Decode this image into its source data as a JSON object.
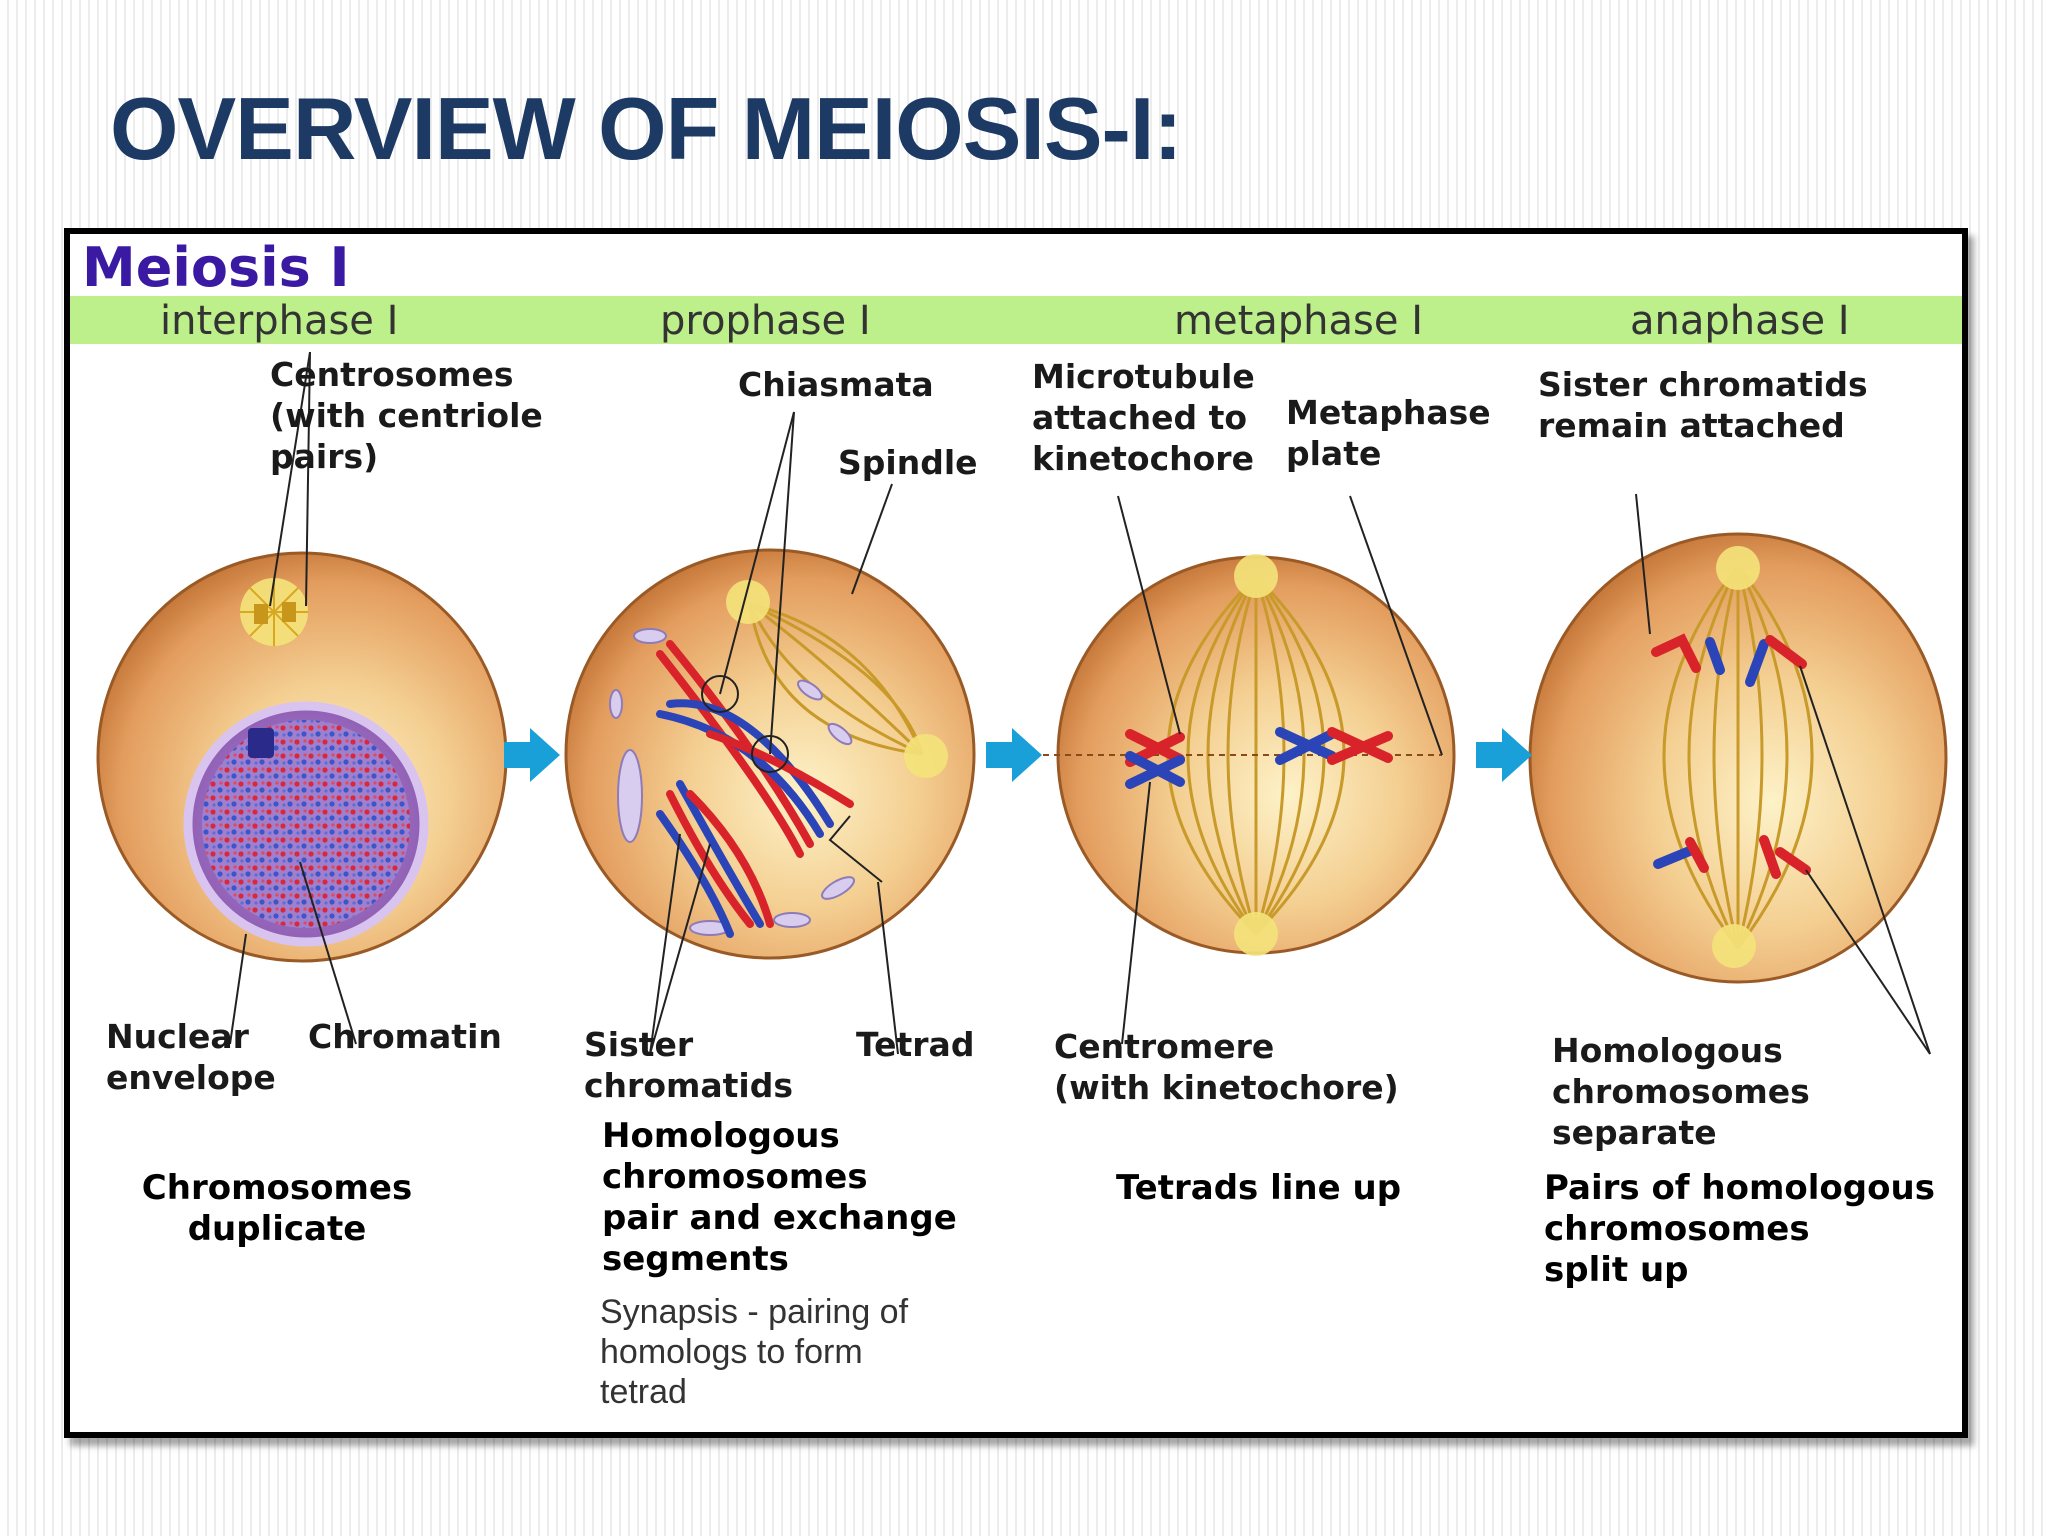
{
  "slide_title": "OVERVIEW OF MEIOSIS-I:",
  "figure": {
    "title": "Meiosis I",
    "phases": [
      "interphase I",
      "prophase I",
      "metaphase I",
      "anaphase I"
    ],
    "labels": {
      "centrosomes": "Centrosomes\n(with centriole\npairs)",
      "chiasmata": "Chiasmata",
      "spindle": "Spindle",
      "microtubule": "Microtubule\nattached to\nkinetochore",
      "metaphase_plate": "Metaphase\nplate",
      "sister_attached": "Sister chromatids\nremain attached",
      "nuclear_envelope": "Nuclear\nenvelope",
      "chromatin": "Chromatin",
      "sister_chromatids": "Sister\nchromatids",
      "tetrad": "Tetrad",
      "centromere": "Centromere\n(with kinetochore)",
      "homologous_separate": "Homologous\nchromosomes separate"
    },
    "summaries": {
      "interphase": "Chromosomes\nduplicate",
      "prophase": "Homologous\nchromosomes\npair and exchange\nsegments",
      "metaphase": "Tetrads line up",
      "anaphase": "Pairs of homologous\nchromosomes\nsplit up"
    },
    "prophase_note": "Synapsis - pairing of\nhomologs to form\ntetrad"
  },
  "colors": {
    "title": "#1c3a63",
    "figure_title": "#3b1aa3",
    "phase_band": "#bdf08a",
    "cell": "#e9a86a",
    "arrow": "#1aa0d8",
    "chromosome_red": "#d8232a",
    "chromosome_blue": "#2b45b8"
  }
}
